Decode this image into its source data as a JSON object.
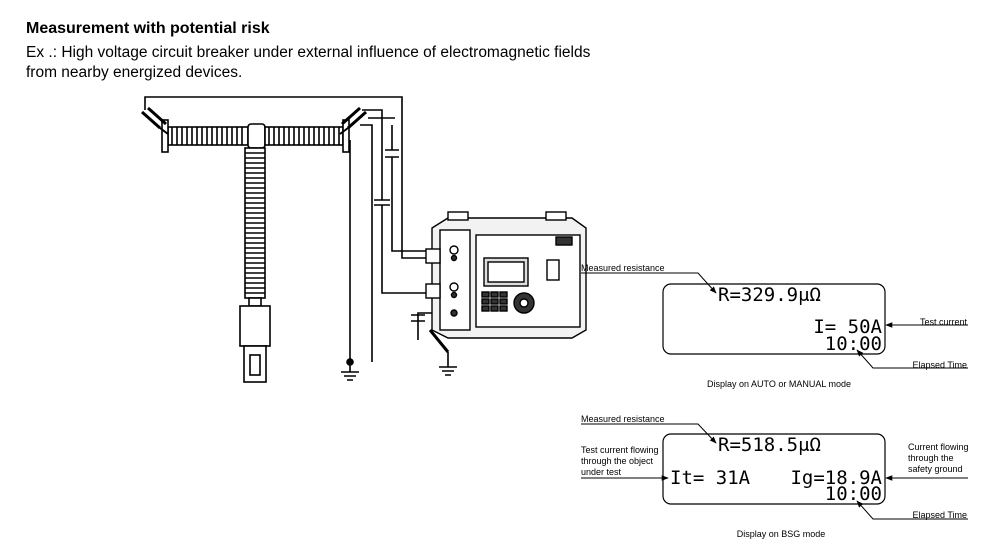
{
  "header": {
    "title": "Measurement with potential risk",
    "subtitle_line1": "Ex .: High voltage circuit breaker under external influence of electromagnetic fields",
    "subtitle_line2": "from nearby energized devices."
  },
  "display_auto": {
    "resistance_value": "R=329.9μΩ",
    "current_value": "I= 50A",
    "time_value": "10:00",
    "label_resistance": "Measured resistance",
    "label_current": "Test current",
    "label_time": "Elapsed Time",
    "caption": "Display on AUTO or MANUAL mode"
  },
  "display_bsg": {
    "resistance_value": "R=518.5μΩ",
    "it_value": "It= 31A",
    "ig_value": "Ig=18.9A",
    "time_value": "10:00",
    "label_resistance": "Measured resistance",
    "label_test_current_line1": "Test current flowing",
    "label_test_current_line2": "through the object",
    "label_test_current_line3": "under test",
    "label_ground_current_line1": "Current flowing",
    "label_ground_current_line2": "through the",
    "label_ground_current_line3": "safety ground",
    "label_time": "Elapsed Time",
    "caption": "Display on BSG mode"
  },
  "colors": {
    "ink": "#000000",
    "background": "#ffffff",
    "lcd_fill": "#ffffff",
    "device_fill": "#f2f2f2"
  }
}
